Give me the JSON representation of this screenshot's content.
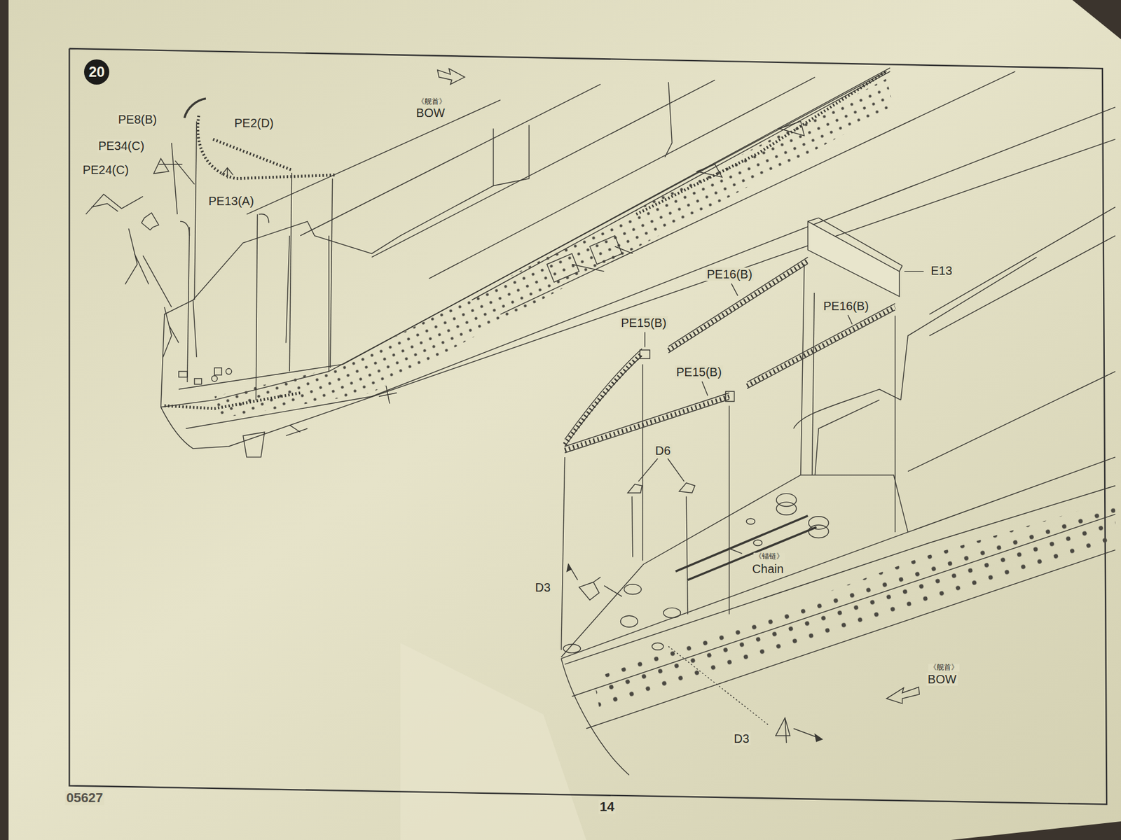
{
  "diagram": {
    "nodes": [
      {
        "text": [
          "20"
        ]
      }
    ],
    "labels": [
      "PE8(B)",
      "PE2(D)",
      "PE34(C)",
      "PE24(C)",
      "PE13(A)",
      "《舰首》",
      "BOW",
      "PE16(B)",
      "E13",
      "PE15(B)",
      "PE16(B)",
      "PE15(B)",
      "D6",
      "《锚链》",
      "Chain",
      "D3",
      "D3",
      "《舰首》",
      "BOW",
      "05627",
      "14"
    ]
  }
}
